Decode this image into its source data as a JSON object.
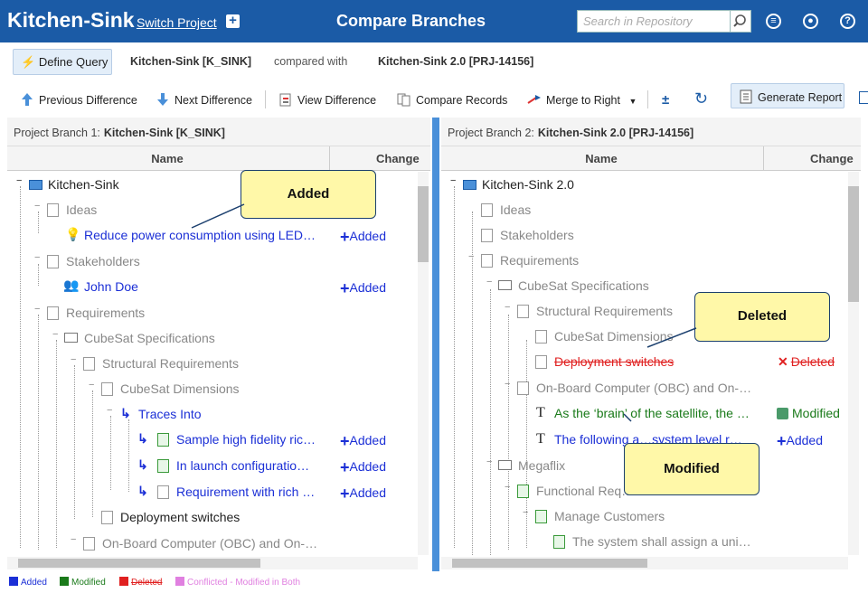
{
  "header": {
    "app_title": "Kitchen-Sink",
    "switch_project": "Switch Project",
    "add_label": "+",
    "page_title": "Compare Branches",
    "search_placeholder": "Search in Repository"
  },
  "query_bar": {
    "define_query": "Define Query",
    "branch1": "Kitchen-Sink [K_SINK]",
    "compared_with": "compared with",
    "branch2": "Kitchen-Sink 2.0 [PRJ-14156]"
  },
  "toolbar": {
    "previous_difference": "Previous Difference",
    "next_difference": "Next Difference",
    "view_difference": "View Difference",
    "compare_records": "Compare Records",
    "merge_to_right": "Merge to Right",
    "generate_report": "Generate Report"
  },
  "pane1": {
    "label": "Project Branch 1:",
    "branch": "Kitchen-Sink [K_SINK]",
    "col_name": "Name",
    "col_change": "Change",
    "rows": [
      {
        "name": "Kitchen-Sink",
        "change": ""
      },
      {
        "name": "Ideas",
        "change": ""
      },
      {
        "name": "Reduce power consumption using LED…",
        "change": "Added"
      },
      {
        "name": "Stakeholders",
        "change": ""
      },
      {
        "name": "John Doe",
        "change": "Added"
      },
      {
        "name": "Requirements",
        "change": ""
      },
      {
        "name": "CubeSat Specifications",
        "change": ""
      },
      {
        "name": "Structural Requirements",
        "change": ""
      },
      {
        "name": "CubeSat Dimensions",
        "change": ""
      },
      {
        "name": "Traces Into",
        "change": ""
      },
      {
        "name": "Sample high fidelity ric…",
        "change": "Added"
      },
      {
        "name": "In launch configuratio…",
        "change": "Added"
      },
      {
        "name": "Requirement with rich …",
        "change": "Added"
      },
      {
        "name": "Deployment switches",
        "change": ""
      },
      {
        "name": "On-Board Computer (OBC) and On-…",
        "change": ""
      }
    ]
  },
  "pane2": {
    "label": "Project Branch 2:",
    "branch": "Kitchen-Sink 2.0 [PRJ-14156]",
    "col_name": "Name",
    "col_change": "Change",
    "rows": [
      {
        "name": "Kitchen-Sink 2.0",
        "change": ""
      },
      {
        "name": "Ideas",
        "change": ""
      },
      {
        "name": "Stakeholders",
        "change": ""
      },
      {
        "name": "Requirements",
        "change": ""
      },
      {
        "name": "CubeSat Specifications",
        "change": ""
      },
      {
        "name": "Structural Requirements",
        "change": ""
      },
      {
        "name": "CubeSat Dimensions",
        "change": ""
      },
      {
        "name": "Deployment switches",
        "change": "Deleted"
      },
      {
        "name": "On-Board Computer (OBC) and On-…",
        "change": ""
      },
      {
        "name": "As the ‘brain’ of the satellite, the …",
        "change": "Modified"
      },
      {
        "name": "The following a…system level r…",
        "change": "Added"
      },
      {
        "name": "Megaflix",
        "change": ""
      },
      {
        "name": "Functional Req…",
        "change": ""
      },
      {
        "name": "Manage Customers",
        "change": ""
      },
      {
        "name": "The system shall assign a uni…",
        "change": ""
      }
    ]
  },
  "callouts": {
    "added": "Added",
    "deleted": "Deleted",
    "modified": "Modified"
  },
  "legend": {
    "added": "Added",
    "modified": "Modified",
    "deleted": "Deleted",
    "conflicted": "Conflicted - Modified in Both"
  },
  "colors": {
    "header_bg": "#1b5ba6",
    "added": "#1b2fd6",
    "modified": "#1a7a1a",
    "deleted": "#e02020",
    "conflicted": "#e080e0",
    "splitter": "#4a90d9"
  }
}
